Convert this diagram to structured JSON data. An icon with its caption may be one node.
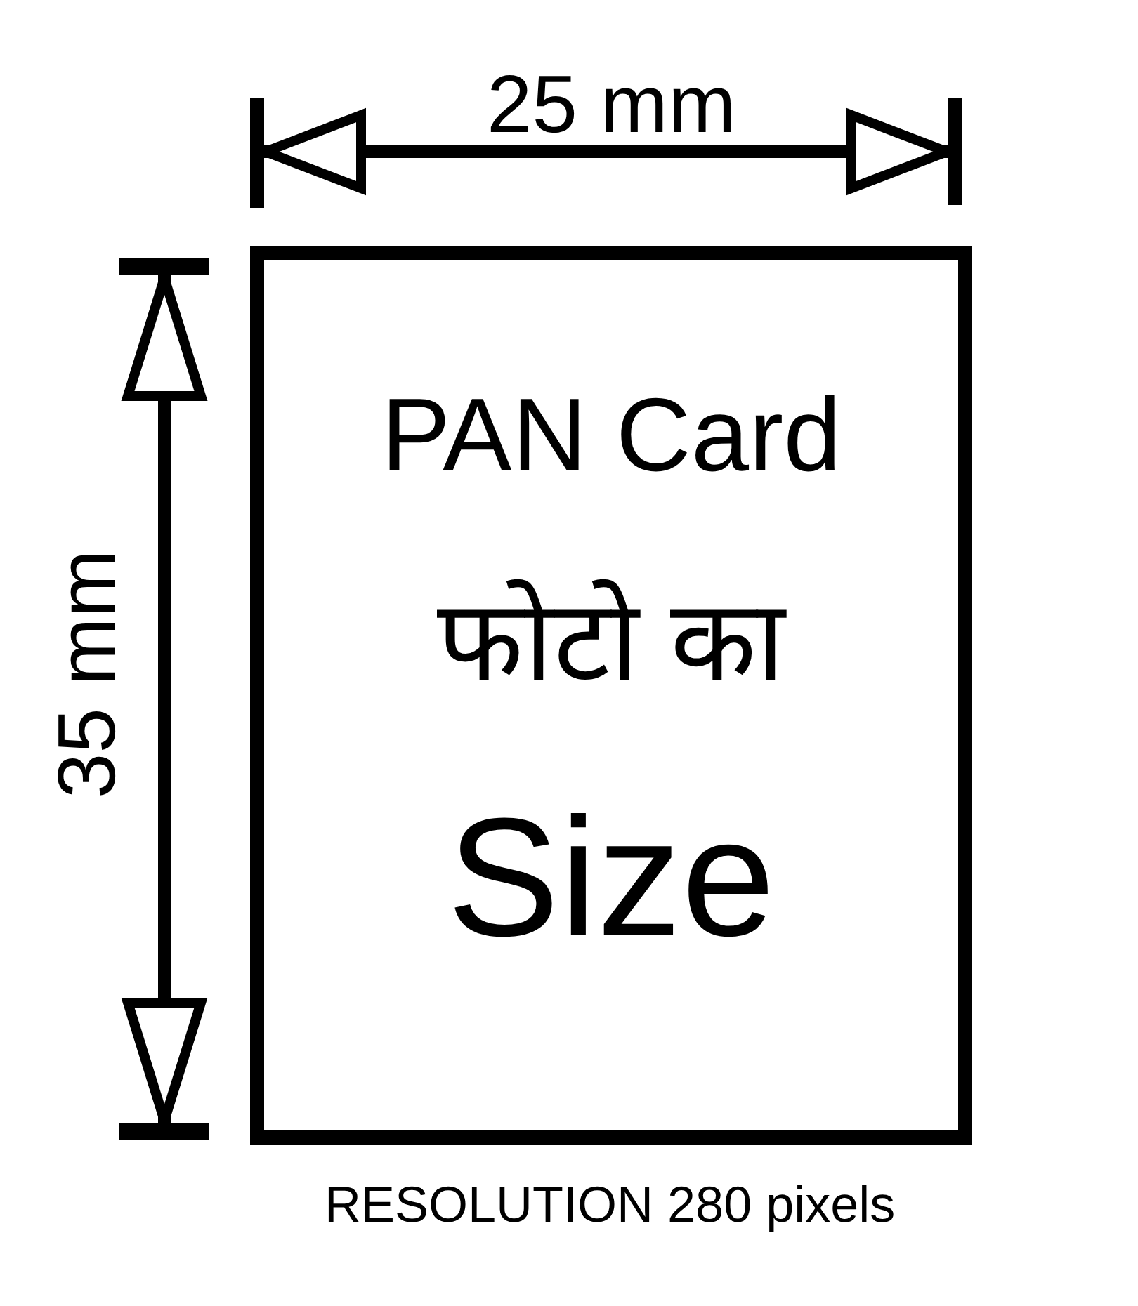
{
  "diagram": {
    "nodes": [
      {
        "text": [
          "PAN Card",
          "फोटो का",
          "Size"
        ]
      }
    ],
    "labels": [
      "25 mm",
      "35 mm",
      "RESOLUTION 280 pixels"
    ]
  }
}
